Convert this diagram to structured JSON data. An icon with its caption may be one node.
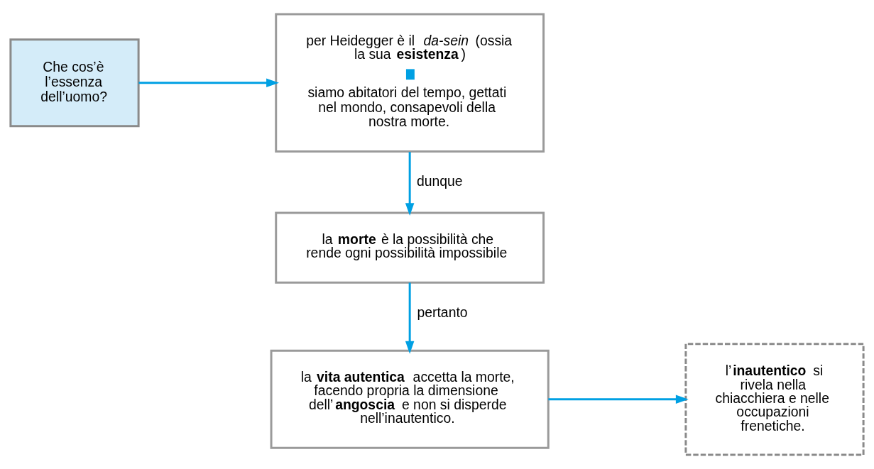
{
  "diagram": {
    "nodes": [
      {
        "text": [
          "Che cos’è l’essenza dell’uomo?"
        ]
      },
      {
        "text": [
          "per Heidegger è il *da-sein* (ossia la sua **esistenza**)",
          "siamo abitatori del tempo, gettati nel mondo, consapevoli della nostra morte."
        ]
      },
      {
        "text": [
          "la **morte** è la possibilità che rende ogni possibilità impossibile"
        ]
      },
      {
        "text": [
          "la **vita autentica** accetta la morte, facendo propria la dimensione dell’**angoscia** e non si disperde nell’inautentico."
        ]
      },
      {
        "text": [
          "l’**inautentico** si rivela nella chiacchiera e nelle occupazioni frenetiche."
        ]
      }
    ],
    "edges": [
      {
        "from": 0,
        "to": 1,
        "arrow": "to"
      },
      {
        "from": 1,
        "to": 2,
        "arrow": "to",
        "label": "dunque"
      },
      {
        "from": 2,
        "to": 3,
        "arrow": "to",
        "label": "pertanto"
      },
      {
        "from": 3,
        "to": 4,
        "arrow": "to"
      }
    ]
  }
}
